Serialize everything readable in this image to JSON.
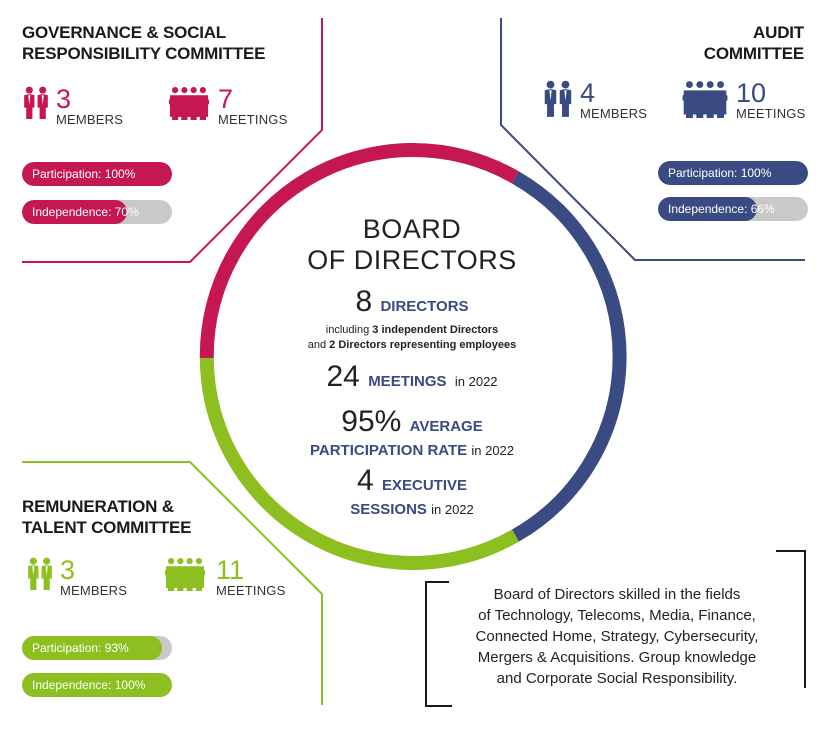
{
  "colors": {
    "gov": "#c41754",
    "audit": "#3a4a82",
    "rem": "#8cbf1f",
    "track": "#c9c9c9"
  },
  "icons": {
    "members": "people-pair-icon",
    "meetings": "meeting-group-icon"
  },
  "governance": {
    "title_line1": "GOVERNANCE & SOCIAL",
    "title_line2": "RESPONSIBILITY COMMITTEE",
    "members": "3",
    "members_label": "MEMBERS",
    "meetings": "7",
    "meetings_label": "MEETINGS",
    "participation": {
      "label": "Participation: 100%",
      "value": 100
    },
    "independence": {
      "label": "Independence: 70%",
      "value": 70
    }
  },
  "audit": {
    "title_line1": "AUDIT",
    "title_line2": "COMMITTEE",
    "members": "4",
    "members_label": "MEMBERS",
    "meetings": "10",
    "meetings_label": "MEETINGS",
    "participation": {
      "label": "Participation: 100%",
      "value": 100
    },
    "independence": {
      "label": "Independence: 66%",
      "value": 66
    }
  },
  "remuneration": {
    "title_line1": "REMUNERATION &",
    "title_line2": "TALENT COMMITTEE",
    "members": "3",
    "members_label": "MEMBERS",
    "meetings": "11",
    "meetings_label": "MEETINGS",
    "participation": {
      "label": "Participation: 93%",
      "value": 93
    },
    "independence": {
      "label": "Independence: 100%",
      "value": 100
    }
  },
  "board": {
    "title_line1": "BOARD",
    "title_line2": "OF DIRECTORS",
    "directors_num": "8",
    "directors_label": "DIRECTORS",
    "including": "including",
    "independent": "3 independent Directors",
    "and": "and",
    "employees": "2 Directors representing employees",
    "meetings_num": "24",
    "meetings_label": "MEETINGS",
    "meetings_year": "in 2022",
    "rate_num": "95%",
    "rate_label1": "AVERAGE",
    "rate_label2": "PARTICIPATION RATE",
    "rate_year": "in 2022",
    "sessions_num": "4",
    "sessions_label1": "EXECUTIVE",
    "sessions_label2": "SESSIONS",
    "sessions_year": "in 2022"
  },
  "skills": {
    "line1": "Board of Directors skilled in the fields",
    "line2": "of Technology, Telecoms, Media, Finance,",
    "line3": "Connected Home, Strategy, Cybersecurity,",
    "line4": "Mergers & Acquisitions. Group knowledge",
    "line5": "and Corporate Social Responsibility."
  }
}
